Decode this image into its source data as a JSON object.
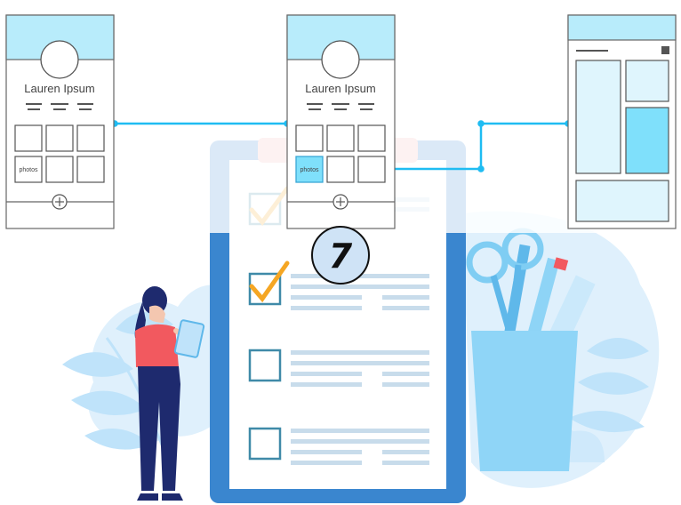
{
  "wireframes": {
    "profile_name": "Lauren Ipsum",
    "photos_label": "photos"
  },
  "step": {
    "number": "7"
  },
  "colors": {
    "header_fill": "#b8ecfb",
    "connector": "#1fbcf2",
    "highlight": "#7fe0fb",
    "clipboard": "#3a86cf",
    "checkmark": "#f5a623",
    "checkbox": "#3f8aa8",
    "badge_fill": "#cfe3f6",
    "person_top": "#f2595f",
    "person_pants": "#1e2a6e",
    "foliage": "#cfe9fb"
  },
  "icons": {
    "add": "plus-circle-icon",
    "check": "checkmark-icon"
  }
}
